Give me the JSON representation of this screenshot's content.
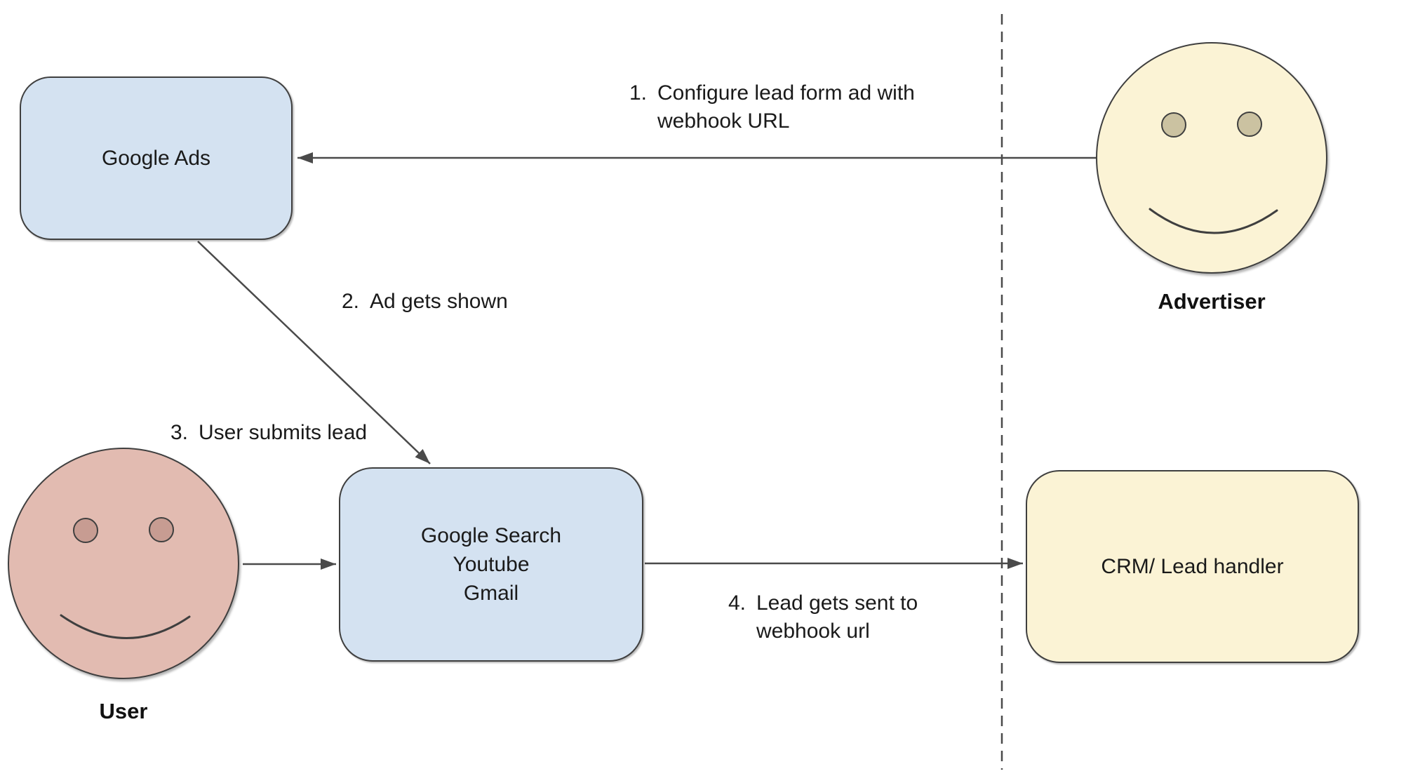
{
  "diagram": {
    "nodes": {
      "google_ads": {
        "label": "Google Ads"
      },
      "platforms": {
        "lines": [
          "Google Search",
          "Youtube",
          "Gmail"
        ]
      },
      "crm": {
        "label": "CRM/ Lead handler"
      },
      "advertiser": {
        "label": "Advertiser"
      },
      "user": {
        "label": "User"
      }
    },
    "steps": {
      "step1": {
        "num": "1.",
        "line1": "Configure lead form ad with",
        "line2": "webhook URL"
      },
      "step2": {
        "num": "2.",
        "line1": "Ad gets shown"
      },
      "step3": {
        "num": "3.",
        "line1": "User submits lead"
      },
      "step4": {
        "num": "4.",
        "line1": "Lead gets sent to",
        "line2": "webhook url"
      }
    },
    "colors": {
      "node_blue": "#d4e2f1",
      "node_yellow": "#fbf3d5",
      "face_user": "#e2bbb1",
      "eye_user": "#c79c92",
      "eye_advertiser": "#cbc2a1",
      "stroke": "#3f3f3f",
      "connector": "#4a4a4a",
      "text": "#1a1a1a"
    }
  }
}
